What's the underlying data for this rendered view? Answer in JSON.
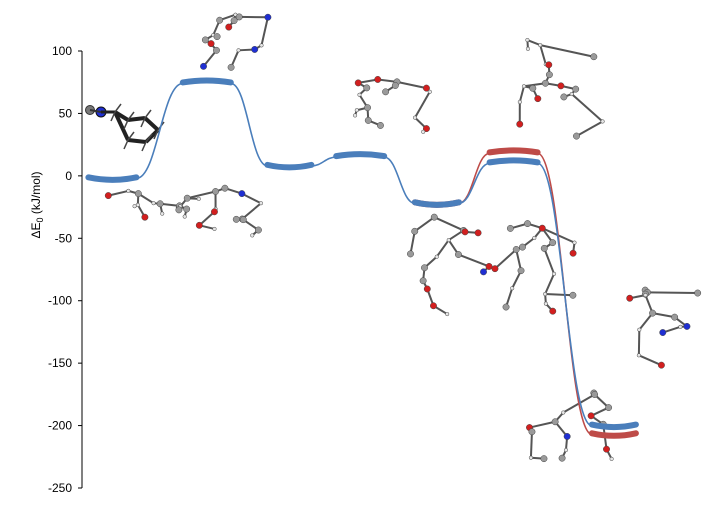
{
  "chart_data": {
    "type": "line",
    "title": "",
    "xlabel": "",
    "ylabel": "ΔE",
    "ylabel_sub": "0",
    "ylabel_unit": " (kJ/mol)",
    "ylim": [
      -250,
      100
    ],
    "yticks": [
      100,
      50,
      0,
      -50,
      -100,
      -150,
      -200,
      -250
    ],
    "grid": false,
    "legend": "none",
    "colors": {
      "blue": "#4a7ebb",
      "red": "#be4b48",
      "atom_c": "#9a9a9a",
      "atom_o": "#d21f1f",
      "atom_n": "#1f2fd2",
      "atom_h": "#e6e6e6"
    },
    "series": [
      {
        "color": "blue",
        "levels": [
          {
            "x": 0.6,
            "y": -2
          },
          {
            "x": 2.2,
            "y": 74
          },
          {
            "x": 3.6,
            "y": 8
          },
          {
            "x": 4.8,
            "y": 15
          },
          {
            "x": 6.1,
            "y": -22
          },
          {
            "x": 7.4,
            "y": 10
          },
          {
            "x": 9.1,
            "y": -200
          }
        ]
      },
      {
        "color": "red",
        "levels": [
          {
            "x": 6.1,
            "y": -22
          },
          {
            "x": 7.4,
            "y": 18
          },
          {
            "x": 9.1,
            "y": -207
          }
        ]
      }
    ],
    "structures": [
      {
        "kind": "molecule"
      },
      {
        "kind": "ball-stick"
      },
      {
        "kind": "molecule"
      },
      {
        "kind": "molecule"
      },
      {
        "kind": "molecule"
      },
      {
        "kind": "molecule"
      },
      {
        "kind": "molecule"
      },
      {
        "kind": "molecule"
      },
      {
        "kind": "molecule"
      },
      {
        "kind": "molecule"
      }
    ]
  }
}
